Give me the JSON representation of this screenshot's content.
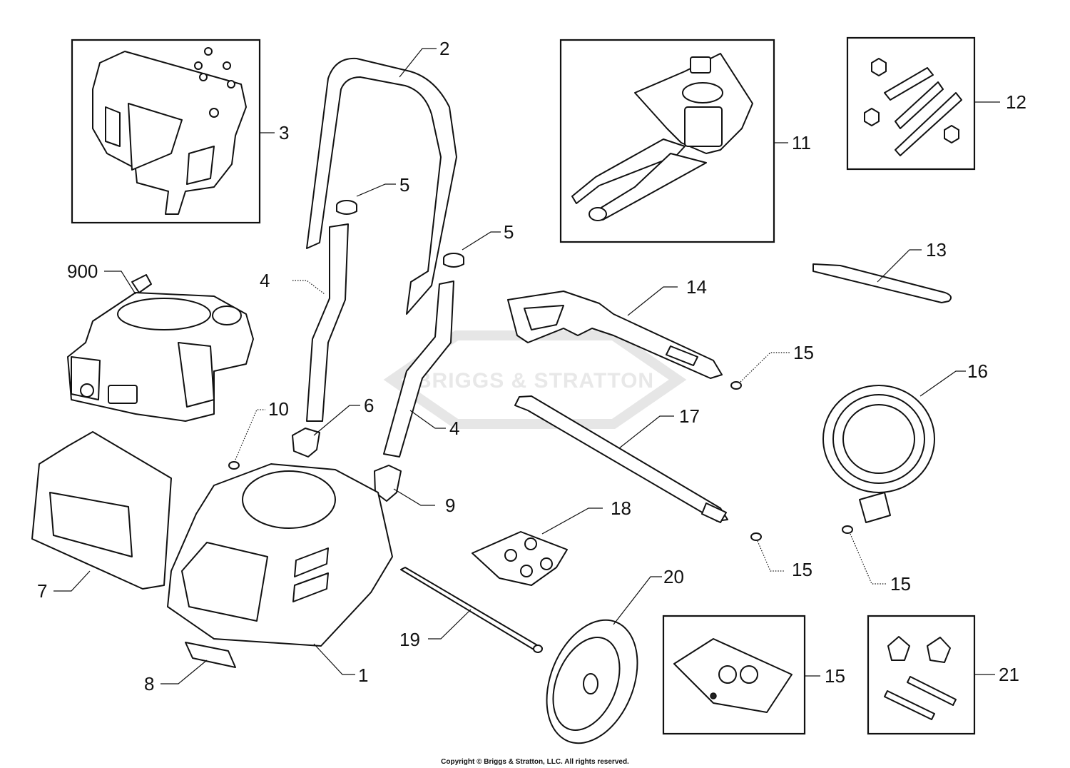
{
  "watermark": "BRIGGS & STRATTON",
  "copyright": "Copyright © Briggs & Stratton, LLC. All rights reserved.",
  "callouts": {
    "c1": "1",
    "c2": "2",
    "c3": "3",
    "c4a": "4",
    "c4b": "4",
    "c5a": "5",
    "c5b": "5",
    "c6": "6",
    "c7": "7",
    "c8": "8",
    "c9": "9",
    "c10": "10",
    "c11": "11",
    "c12": "12",
    "c13": "13",
    "c14": "14",
    "c15a": "15",
    "c15b": "15",
    "c15c": "15",
    "c15d": "15",
    "c16": "16",
    "c17": "17",
    "c18": "18",
    "c19": "19",
    "c20": "20",
    "c21": "21",
    "c900": "900"
  },
  "colors": {
    "line": "#111111",
    "background": "#ffffff",
    "watermark": "#e8e8e8"
  }
}
